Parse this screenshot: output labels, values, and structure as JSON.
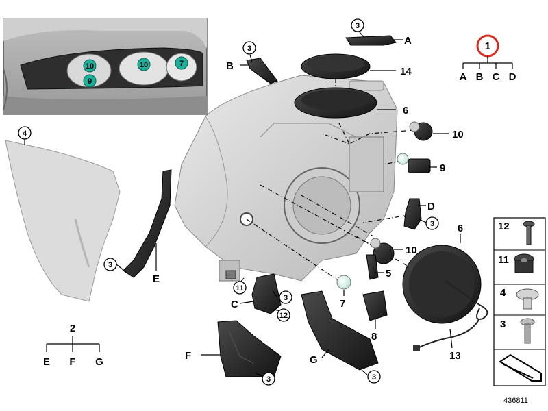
{
  "inset": {
    "callouts": [
      "10",
      "9",
      "10",
      "7"
    ]
  },
  "callouts": {
    "c1": "1",
    "c3_top": "3",
    "c3_b": "3",
    "c4": "4",
    "c3_e": "3",
    "c3_d": "3",
    "c3_c": "3",
    "c3_f": "3",
    "c3_g": "3",
    "c6_r": "6",
    "c11": "11",
    "c12": "12",
    "n14": "14",
    "n6": "6",
    "n10_top": "10",
    "n9": "9",
    "n10_mid": "10",
    "n5": "5",
    "n7": "7",
    "n8": "8",
    "n13": "13",
    "n2": "2"
  },
  "letters": {
    "A": "A",
    "B": "B",
    "C": "C",
    "D": "D",
    "E": "E",
    "F": "F",
    "G": "G"
  },
  "legend_1": {
    "root": "1",
    "children": [
      "A",
      "B",
      "C",
      "D"
    ]
  },
  "legend_2": {
    "root": "2",
    "children": [
      "E",
      "F",
      "G"
    ]
  },
  "parts_table": {
    "rows": [
      "12",
      "11",
      "4",
      "3"
    ]
  },
  "diagram_number": "436811",
  "colors": {
    "accent_red": "#d9281e",
    "callout_teal": "#1ab09a"
  }
}
